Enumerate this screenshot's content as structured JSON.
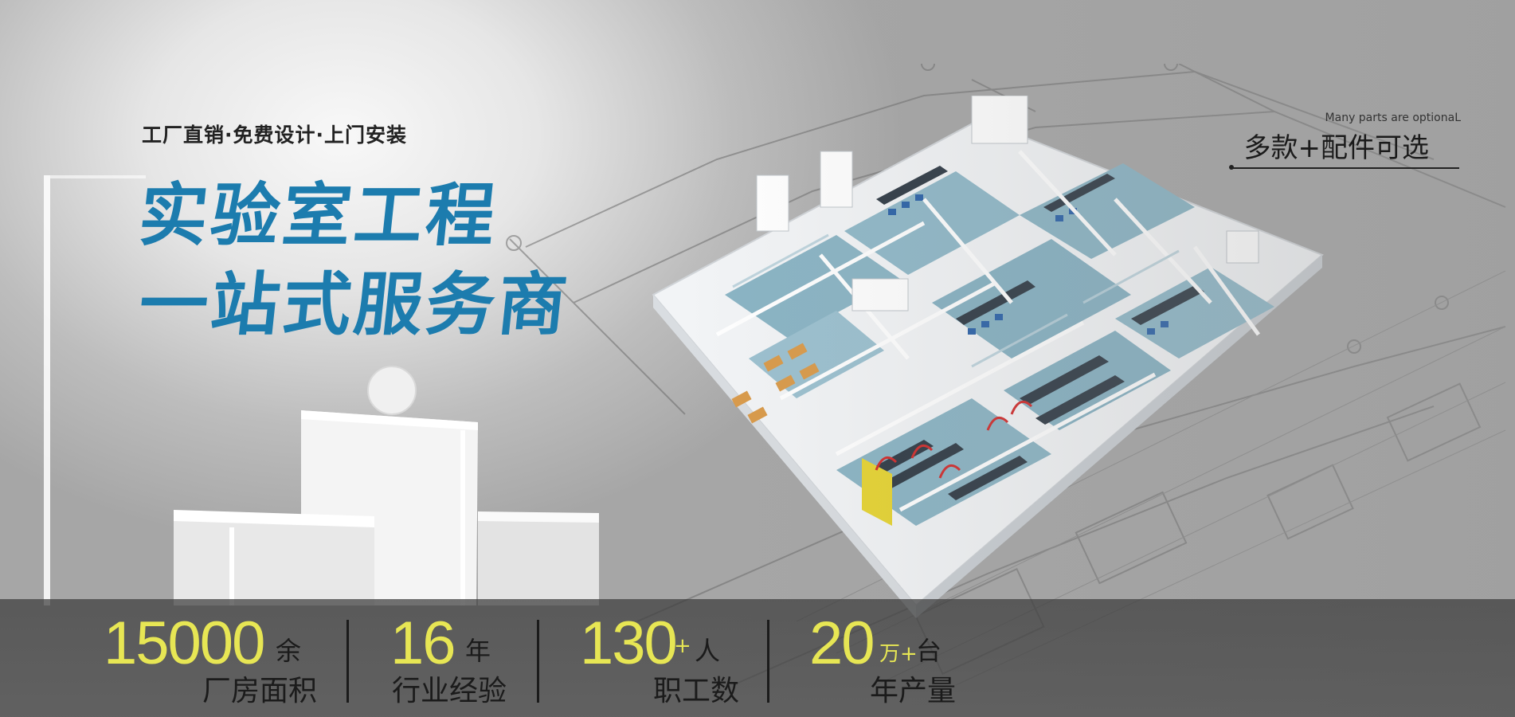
{
  "hero": {
    "tagline": "工厂直销·免费设计·上门安装",
    "headline_line1": "实验室工程",
    "headline_line2": "一站式服务商"
  },
  "promo": {
    "subtitle": "Many parts are optionaL",
    "title": "多款+配件可选"
  },
  "stats": [
    {
      "number": "15000",
      "plus": "",
      "unit": "余",
      "label": "厂房面积"
    },
    {
      "number": "16",
      "plus": "",
      "unit": "年",
      "label": "行业经验"
    },
    {
      "number": "130",
      "plus": "+",
      "unit": "人",
      "label": "职工数"
    },
    {
      "number": "20",
      "plus": "万+",
      "unit": "台",
      "label": "年产量"
    }
  ],
  "colors": {
    "headline": "#1c7cae",
    "stat_number": "#e7e654",
    "stats_bar": "#464646"
  }
}
